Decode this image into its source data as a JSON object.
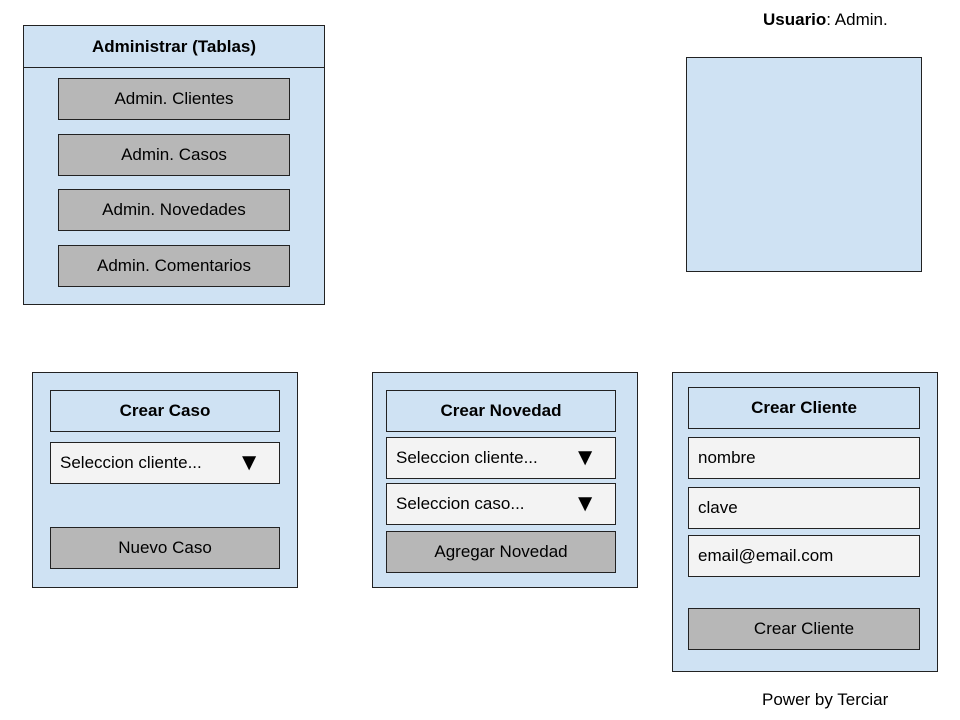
{
  "header": {
    "user_label": "Usuario",
    "user_value": ": Admin."
  },
  "admin": {
    "title": "Administrar (Tablas)",
    "buttons": [
      "Admin. Clientes",
      "Admin. Casos",
      "Admin. Novedades",
      "Admin. Comentarios"
    ]
  },
  "crear_caso": {
    "title": "Crear Caso",
    "select_cliente": "Seleccion cliente...",
    "button": "Nuevo Caso"
  },
  "crear_novedad": {
    "title": "Crear Novedad",
    "select_cliente": "Seleccion cliente...",
    "select_caso": "Seleccion caso...",
    "button": "Agregar Novedad"
  },
  "crear_cliente": {
    "title": "Crear Cliente",
    "nombre": "nombre",
    "clave": "clave",
    "email": "email@email.com",
    "button": "Crear Cliente"
  },
  "footer": {
    "text": "Power by Terciar"
  },
  "icons": {
    "dropdown": "triangle-down-icon"
  },
  "colors": {
    "panel": "#cfe2f3",
    "button": "#b7b7b7",
    "field": "#f3f3f3"
  }
}
